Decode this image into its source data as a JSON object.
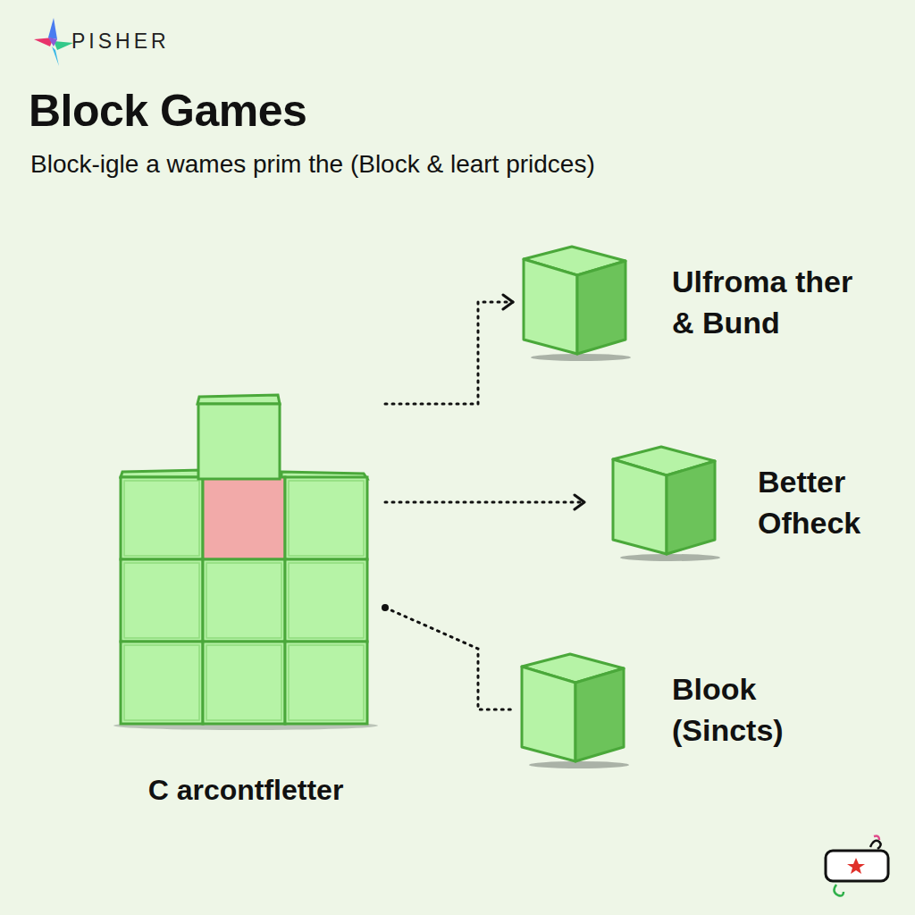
{
  "diagram": {
    "title": "Block Games",
    "nodes": [
      {
        "text": [
          "C arcontfletter"
        ]
      },
      {
        "text": [
          "Ulfroma ther & Bund"
        ]
      },
      {
        "text": [
          "Better Ofheck"
        ]
      },
      {
        "text": [
          "Blook (Sincts)"
        ]
      }
    ],
    "edges": [
      {
        "from": 0,
        "to": 1,
        "arrow": "to"
      },
      {
        "from": 0,
        "to": 2,
        "arrow": "to"
      },
      {
        "from": 0,
        "to": 3,
        "arrow": "none"
      }
    ],
    "labels": [
      "PISHER",
      "Block-igle a wames prim the (Block & leart pridces)"
    ]
  }
}
